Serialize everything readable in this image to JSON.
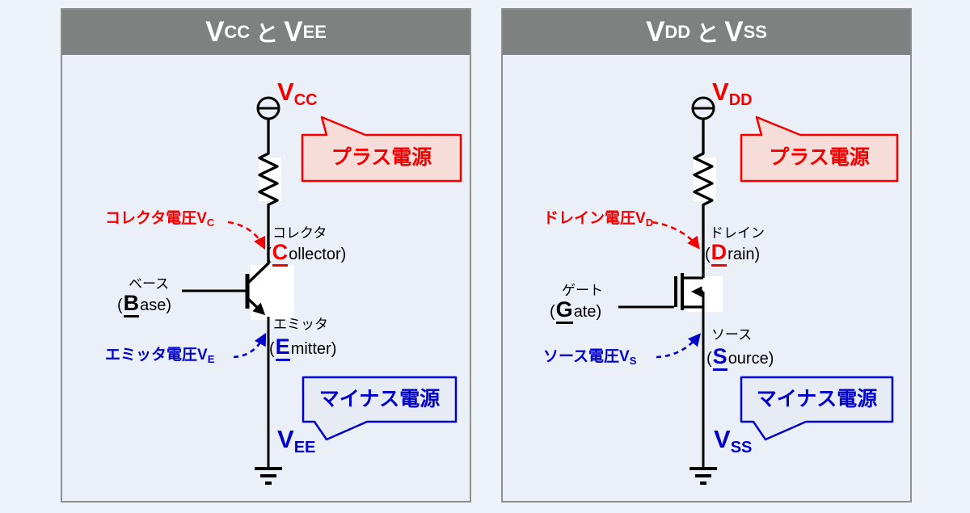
{
  "colors": {
    "accent_red": "#f40000",
    "accent_blue": "#0000c8",
    "header_gray": "#7f8080",
    "panel_background": "#ebeff7",
    "plus_callout_fill": "#f7ddd9",
    "minus_callout_fill": "#e6ebf4"
  },
  "left_panel": {
    "title": {
      "v1": "V",
      "v1_sub": "CC",
      "connector": "と",
      "v2": "V",
      "v2_sub": "EE"
    },
    "plus_rail": {
      "v": "V",
      "sub": "CC"
    },
    "minus_rail": {
      "v": "V",
      "sub": "EE"
    },
    "plus_callout": "プラス電源",
    "minus_callout": "マイナス電源",
    "collector_voltage": {
      "text": "コレクタ電圧V",
      "sub": "C"
    },
    "emitter_voltage": {
      "text": "エミッタ電圧V",
      "sub": "E"
    },
    "collector": {
      "jp": "コレクタ",
      "open": "(",
      "initial": "C",
      "rest": "ollector",
      "close": ")"
    },
    "base": {
      "jp": "ベース",
      "open": "(",
      "initial": "B",
      "rest": "ase",
      "close": ")"
    },
    "emitter": {
      "jp": "エミッタ",
      "open": "(",
      "initial": "E",
      "rest": "mitter",
      "close": ")"
    }
  },
  "right_panel": {
    "title": {
      "v1": "V",
      "v1_sub": "DD",
      "connector": "と",
      "v2": "V",
      "v2_sub": "SS"
    },
    "plus_rail": {
      "v": "V",
      "sub": "DD"
    },
    "minus_rail": {
      "v": "V",
      "sub": "SS"
    },
    "plus_callout": "プラス電源",
    "minus_callout": "マイナス電源",
    "drain_voltage": {
      "text": "ドレイン電圧V",
      "sub": "D"
    },
    "source_voltage": {
      "text": "ソース電圧V",
      "sub": "S"
    },
    "drain": {
      "jp": "ドレイン",
      "open": "(",
      "initial": "D",
      "rest": "rain",
      "close": ")"
    },
    "gate": {
      "jp": "ゲート",
      "open": "(",
      "initial": "G",
      "rest": "ate",
      "close": ")"
    },
    "source": {
      "jp": "ソース",
      "open": "(",
      "initial": "S",
      "rest": "ource",
      "close": ")"
    }
  }
}
